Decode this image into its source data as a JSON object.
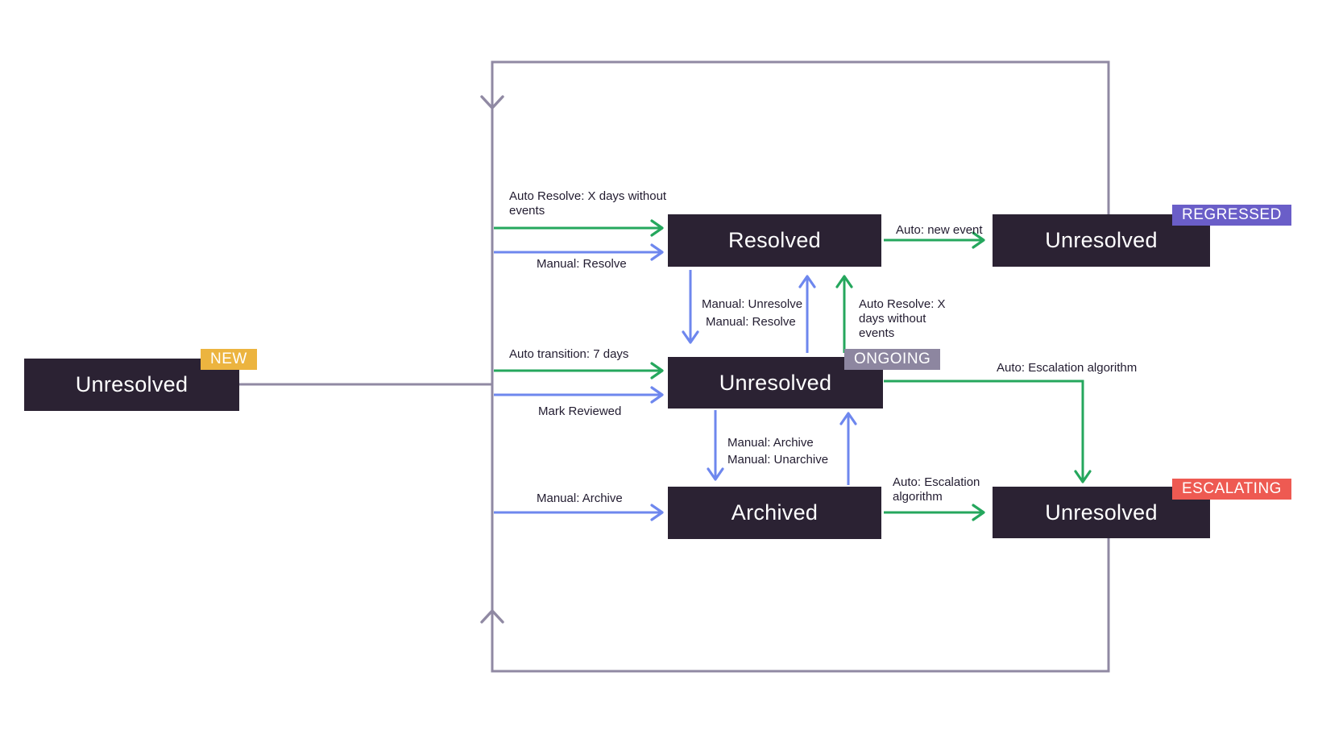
{
  "nodes": {
    "new": {
      "label": "Unresolved",
      "badge": "NEW"
    },
    "resolved": {
      "label": "Resolved"
    },
    "regressed": {
      "label": "Unresolved",
      "badge": "REGRESSED"
    },
    "ongoing": {
      "label": "Unresolved",
      "badge": "ONGOING"
    },
    "archived": {
      "label": "Archived"
    },
    "escalating": {
      "label": "Unresolved",
      "badge": "ESCALATING"
    }
  },
  "edges": {
    "auto_resolve_new": "Auto Resolve: X days without events",
    "manual_resolve_new": "Manual: Resolve",
    "auto_new_event": "Auto: new event",
    "manual_unresolve": "Manual: Unresolve",
    "manual_resolve_ongoing": "Manual: Resolve",
    "auto_resolve_ongoing": "Auto Resolve: X days without events",
    "auto_transition": "Auto transition: 7 days",
    "mark_reviewed": "Mark Reviewed",
    "auto_escalation_ongoing": "Auto: Escalation algorithm",
    "manual_archive_pair": "Manual: Archive",
    "manual_unarchive_pair": "Manual: Unarchive",
    "manual_archive_new": "Manual: Archive",
    "auto_escalation_archived": "Auto: Escalation algorithm"
  },
  "colors": {
    "auto_transition_green": "#25a75d",
    "manual_transition_blue": "#6e87ee",
    "loop_purple": "#9089a3",
    "node_background": "#2b2233",
    "node_text": "#ffffff",
    "badge_new": "#ecb43f",
    "badge_regressed": "#6a5ec8",
    "badge_ongoing": "#8d86a0",
    "badge_escalating": "#ee5a52",
    "label_text": "#221c30",
    "background": "#ffffff"
  }
}
